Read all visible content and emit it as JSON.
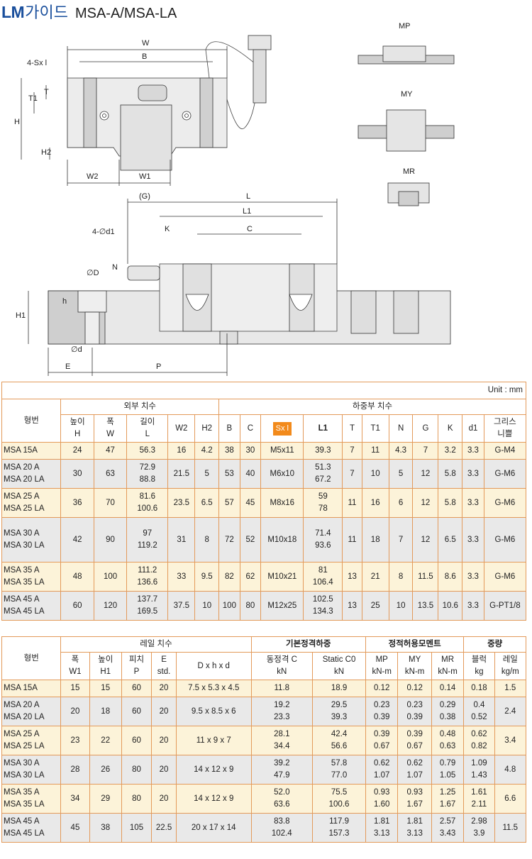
{
  "title": {
    "lm": "LM",
    "kr": "가이드",
    "model": "MSA-A/MSA-LA"
  },
  "drawing_labels": {
    "W": "W",
    "B": "B",
    "sx": "4-Sx l",
    "T": "T",
    "T1": "T1",
    "H": "H",
    "H2": "H2",
    "W2": "W2",
    "W1": "W1",
    "G": "(G)",
    "L": "L",
    "L1": "L1",
    "C": "C",
    "K": "K",
    "d1": "4-∅d1",
    "N": "N",
    "D": "∅D",
    "h": "h",
    "H1": "H1",
    "d": "∅d",
    "E": "E",
    "P": "P",
    "MP": "MP",
    "MY": "MY",
    "MR": "MR"
  },
  "table1": {
    "unit": "Unit : mm",
    "col_model": "형번",
    "group_outer": "외부 치수",
    "group_load": "하중부 치수",
    "headers": [
      [
        "높이",
        "H"
      ],
      [
        "폭",
        "W"
      ],
      [
        "길이",
        "L"
      ],
      [
        "W2"
      ],
      [
        "H2"
      ],
      [
        "B"
      ],
      [
        "C"
      ],
      [
        "Sx l"
      ],
      [
        "L1"
      ],
      [
        "T"
      ],
      [
        "T1"
      ],
      [
        "N"
      ],
      [
        "G"
      ],
      [
        "K"
      ],
      [
        "d1"
      ],
      [
        "그리스",
        "니쁠"
      ]
    ],
    "rows": [
      {
        "model": [
          "MSA 15A"
        ],
        "H": [
          "24"
        ],
        "W": [
          "47"
        ],
        "L": [
          "56.3"
        ],
        "W2": [
          "16"
        ],
        "H2": [
          "4.2"
        ],
        "B": [
          "38"
        ],
        "C": [
          "30"
        ],
        "Sxl": [
          "M5x11"
        ],
        "L1": [
          "39.3"
        ],
        "T": [
          "7"
        ],
        "T1": [
          "11"
        ],
        "N": [
          "4.3"
        ],
        "G": [
          "7"
        ],
        "K": [
          "3.2"
        ],
        "d1": [
          "3.3"
        ],
        "grease": [
          "G-M4"
        ]
      },
      {
        "model": [
          "MSA 20 A",
          "MSA 20 LA"
        ],
        "H": [
          "30"
        ],
        "W": [
          "63"
        ],
        "L": [
          "72.9",
          "88.8"
        ],
        "W2": [
          "21.5"
        ],
        "H2": [
          "5"
        ],
        "B": [
          "53"
        ],
        "C": [
          "40"
        ],
        "Sxl": [
          "M6x10"
        ],
        "L1": [
          "51.3",
          "67.2"
        ],
        "T": [
          "7"
        ],
        "T1": [
          "10"
        ],
        "N": [
          "5"
        ],
        "G": [
          "12"
        ],
        "K": [
          "5.8"
        ],
        "d1": [
          "3.3"
        ],
        "grease": [
          "G-M6"
        ]
      },
      {
        "model": [
          "MSA 25 A",
          "MSA 25 LA"
        ],
        "H": [
          "36"
        ],
        "W": [
          "70"
        ],
        "L": [
          "81.6",
          "100.6"
        ],
        "W2": [
          "23.5"
        ],
        "H2": [
          "6.5"
        ],
        "B": [
          "57"
        ],
        "C": [
          "45"
        ],
        "Sxl": [
          "M8x16"
        ],
        "L1": [
          "59",
          "78"
        ],
        "T": [
          "11"
        ],
        "T1": [
          "16"
        ],
        "N": [
          "6"
        ],
        "G": [
          "12"
        ],
        "K": [
          "5.8"
        ],
        "d1": [
          "3.3"
        ],
        "grease": [
          "G-M6"
        ]
      },
      {
        "model": [
          "MSA 30 A",
          "MSA 30 LA"
        ],
        "H": [
          "42"
        ],
        "W": [
          "90"
        ],
        "L": [
          "97",
          "119.2"
        ],
        "W2": [
          "31"
        ],
        "H2": [
          "8"
        ],
        "B": [
          "72"
        ],
        "C": [
          "52"
        ],
        "Sxl": [
          "M10x18"
        ],
        "L1": [
          "71.4",
          "93.6"
        ],
        "T": [
          "11"
        ],
        "T1": [
          "18"
        ],
        "N": [
          "7"
        ],
        "G": [
          "12"
        ],
        "K": [
          "6.5"
        ],
        "d1": [
          "3.3"
        ],
        "grease": [
          "G-M6"
        ]
      },
      {
        "model": [
          "MSA 35 A",
          "MSA 35 LA"
        ],
        "H": [
          "48"
        ],
        "W": [
          "100"
        ],
        "L": [
          "111.2",
          "136.6"
        ],
        "W2": [
          "33"
        ],
        "H2": [
          "9.5"
        ],
        "B": [
          "82"
        ],
        "C": [
          "62"
        ],
        "Sxl": [
          "M10x21"
        ],
        "L1": [
          "81",
          "106.4"
        ],
        "T": [
          "13"
        ],
        "T1": [
          "21"
        ],
        "N": [
          "8"
        ],
        "G": [
          "11.5"
        ],
        "K": [
          "8.6"
        ],
        "d1": [
          "3.3"
        ],
        "grease": [
          "G-M6"
        ]
      },
      {
        "model": [
          "MSA 45 A",
          "MSA 45 LA"
        ],
        "H": [
          "60"
        ],
        "W": [
          "120"
        ],
        "L": [
          "137.7",
          "169.5"
        ],
        "W2": [
          "37.5"
        ],
        "H2": [
          "10"
        ],
        "B": [
          "100"
        ],
        "C": [
          "80"
        ],
        "Sxl": [
          "M12x25"
        ],
        "L1": [
          "102.5",
          "134.3"
        ],
        "T": [
          "13"
        ],
        "T1": [
          "25"
        ],
        "N": [
          "10"
        ],
        "G": [
          "13.5"
        ],
        "K": [
          "10.6"
        ],
        "d1": [
          "3.3"
        ],
        "grease": [
          "G-PT1/8"
        ]
      }
    ]
  },
  "table2": {
    "col_model": "형번",
    "group_rail": "레일 치수",
    "group_basic": "기본정격하중",
    "group_moment": "정적허용모멘트",
    "group_weight": "중량",
    "headers": [
      [
        "폭",
        "W1"
      ],
      [
        "높이",
        "H1"
      ],
      [
        "피치",
        "P"
      ],
      [
        "E",
        "std."
      ],
      [
        "D x h x d"
      ],
      [
        "동정격 C",
        "kN"
      ],
      [
        "Static C0",
        "kN"
      ],
      [
        "MP",
        "kN-m"
      ],
      [
        "MY",
        "kN-m"
      ],
      [
        "MR",
        "kN-m"
      ],
      [
        "블럭",
        "kg"
      ],
      [
        "레일",
        "kg/m"
      ]
    ],
    "rows": [
      {
        "model": [
          "MSA 15A"
        ],
        "W1": [
          "15"
        ],
        "H1": [
          "15"
        ],
        "P": [
          "60"
        ],
        "E": [
          "20"
        ],
        "Dhd": [
          "7.5 x 5.3 x 4.5"
        ],
        "C": [
          "11.8"
        ],
        "C0": [
          "18.9"
        ],
        "MP": [
          "0.12"
        ],
        "MY": [
          "0.12"
        ],
        "MR": [
          "0.14"
        ],
        "block": [
          "0.18"
        ],
        "rail": [
          "1.5"
        ]
      },
      {
        "model": [
          "MSA 20 A",
          "MSA 20 LA"
        ],
        "W1": [
          "20"
        ],
        "H1": [
          "18"
        ],
        "P": [
          "60"
        ],
        "E": [
          "20"
        ],
        "Dhd": [
          "9.5 x 8.5 x 6"
        ],
        "C": [
          "19.2",
          "23.3"
        ],
        "C0": [
          "29.5",
          "39.3"
        ],
        "MP": [
          "0.23",
          "0.39"
        ],
        "MY": [
          "0.23",
          "0.39"
        ],
        "MR": [
          "0.29",
          "0.38"
        ],
        "block": [
          "0.4",
          "0.52"
        ],
        "rail": [
          "2.4"
        ]
      },
      {
        "model": [
          "MSA 25 A",
          "MSA 25 LA"
        ],
        "W1": [
          "23"
        ],
        "H1": [
          "22"
        ],
        "P": [
          "60"
        ],
        "E": [
          "20"
        ],
        "Dhd": [
          "11 x 9 x 7"
        ],
        "C": [
          "28.1",
          "34.4"
        ],
        "C0": [
          "42.4",
          "56.6"
        ],
        "MP": [
          "0.39",
          "0.67"
        ],
        "MY": [
          "0.39",
          "0.67"
        ],
        "MR": [
          "0.48",
          "0.63"
        ],
        "block": [
          "0.62",
          "0.82"
        ],
        "rail": [
          "3.4"
        ]
      },
      {
        "model": [
          "MSA 30 A",
          "MSA 30 LA"
        ],
        "W1": [
          "28"
        ],
        "H1": [
          "26"
        ],
        "P": [
          "80"
        ],
        "E": [
          "20"
        ],
        "Dhd": [
          "14 x 12 x 9"
        ],
        "C": [
          "39.2",
          "47.9"
        ],
        "C0": [
          "57.8",
          "77.0"
        ],
        "MP": [
          "0.62",
          "1.07"
        ],
        "MY": [
          "0.62",
          "1.07"
        ],
        "MR": [
          "0.79",
          "1.05"
        ],
        "block": [
          "1.09",
          "1.43"
        ],
        "rail": [
          "4.8"
        ]
      },
      {
        "model": [
          "MSA 35 A",
          "MSA 35 LA"
        ],
        "W1": [
          "34"
        ],
        "H1": [
          "29"
        ],
        "P": [
          "80"
        ],
        "E": [
          "20"
        ],
        "Dhd": [
          "14 x 12 x 9"
        ],
        "C": [
          "52.0",
          "63.6"
        ],
        "C0": [
          "75.5",
          "100.6"
        ],
        "MP": [
          "0.93",
          "1.60"
        ],
        "MY": [
          "0.93",
          "1.67"
        ],
        "MR": [
          "1.25",
          "1.67"
        ],
        "block": [
          "1.61",
          "2.11"
        ],
        "rail": [
          "6.6"
        ]
      },
      {
        "model": [
          "MSA 45 A",
          "MSA 45 LA"
        ],
        "W1": [
          "45"
        ],
        "H1": [
          "38"
        ],
        "P": [
          "105"
        ],
        "E": [
          "22.5"
        ],
        "Dhd": [
          "20 x 17 x 14"
        ],
        "C": [
          "83.8",
          "102.4"
        ],
        "C0": [
          "117.9",
          "157.3"
        ],
        "MP": [
          "1.81",
          "3.13"
        ],
        "MY": [
          "1.81",
          "3.13"
        ],
        "MR": [
          "2.57",
          "3.43"
        ],
        "block": [
          "2.98",
          "3.9"
        ],
        "rail": [
          "11.5"
        ]
      }
    ]
  }
}
